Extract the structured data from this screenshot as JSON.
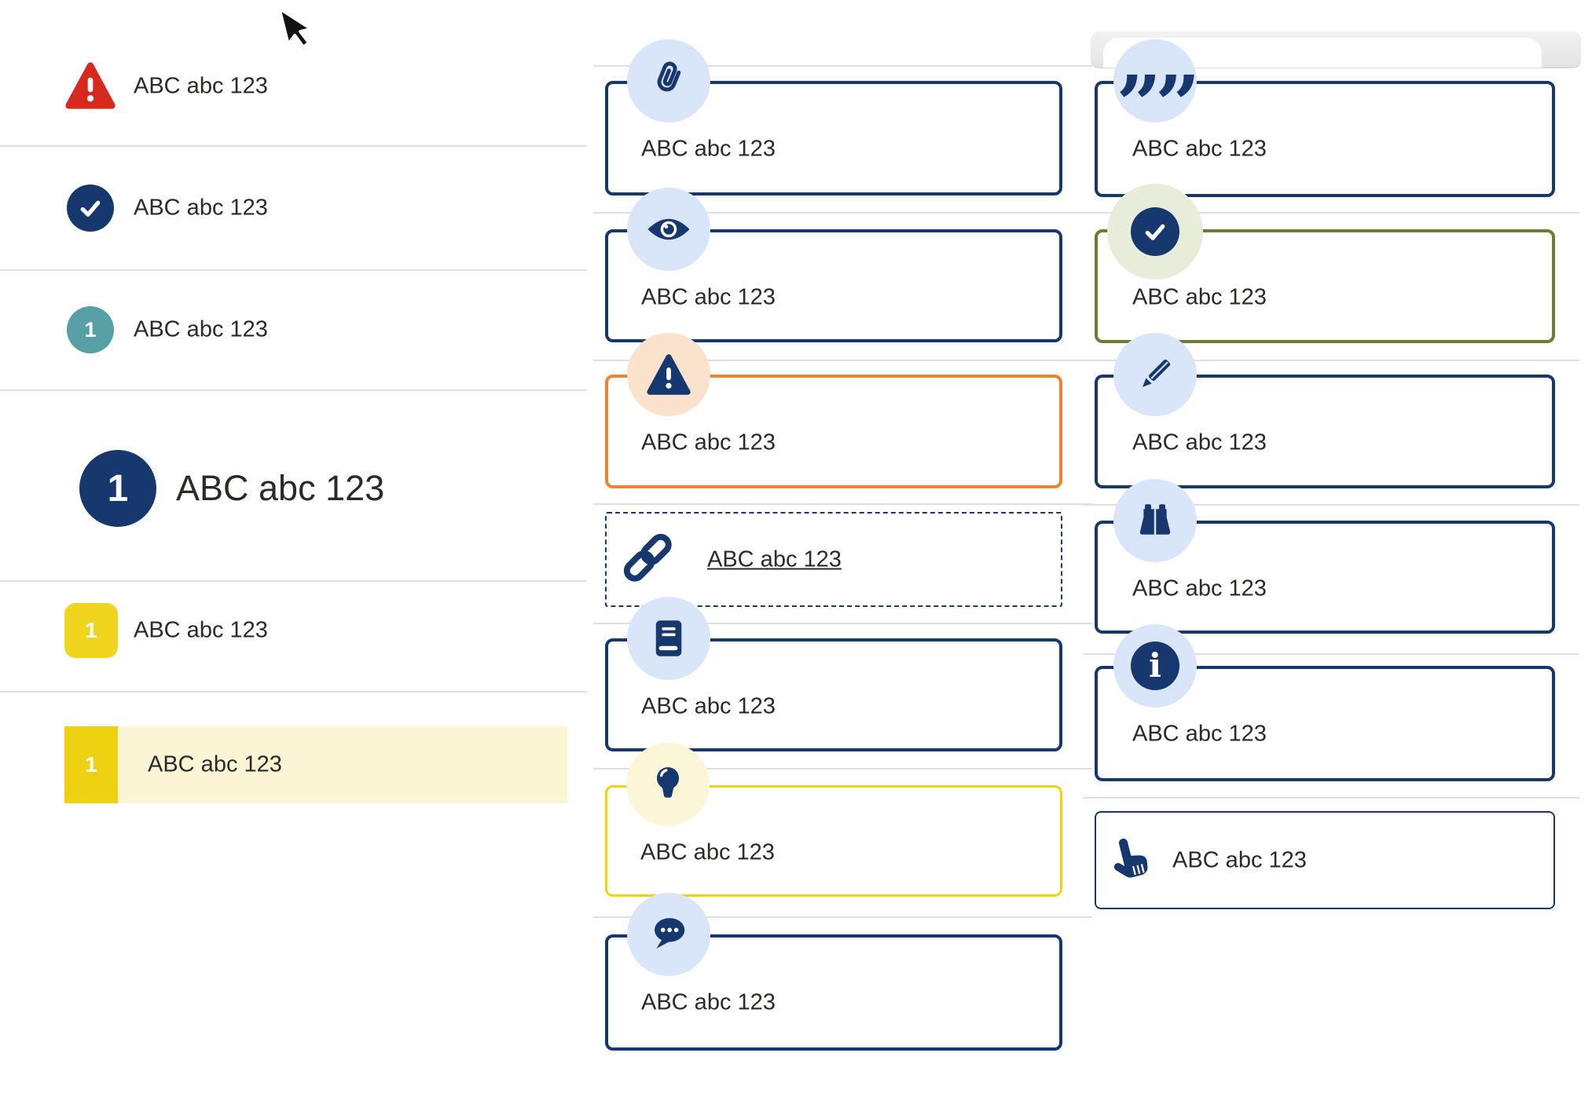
{
  "colors": {
    "navy": "#17386e",
    "light_blue": "#d9e5f8",
    "red": "#d7291d",
    "teal": "#56a0a6",
    "yellow_badge": "#f0d41e",
    "yellow_border": "#f0d30a",
    "pale_yellow": "#fbf6d8",
    "highlight_band": "#fbf5d6",
    "orange": "#ec8431",
    "peach": "#fbe2cc",
    "olive": "#6f7b31",
    "pale_green": "#e8edda",
    "divider": "#dfdfdf",
    "text": "#2a2a28"
  },
  "left_list": {
    "items": [
      {
        "icon": "warning-triangle",
        "label": "ABC abc 123"
      },
      {
        "icon": "check-circle",
        "label": "ABC abc 123"
      },
      {
        "icon": "teal-number-circle",
        "badge": "1",
        "label": "ABC abc 123"
      },
      {
        "icon": "navy-number-circle-large",
        "badge": "1",
        "label": "ABC abc 123"
      },
      {
        "icon": "yellow-number-badge",
        "badge": "1",
        "label": "ABC abc 123"
      },
      {
        "icon": "yellow-number-badge-highlighted",
        "badge": "1",
        "label": "ABC abc 123"
      }
    ]
  },
  "middle_callouts": {
    "items": [
      {
        "icon": "paperclip",
        "variant": "navy",
        "label": "ABC abc 123"
      },
      {
        "icon": "eye",
        "variant": "navy",
        "label": "ABC abc 123"
      },
      {
        "icon": "warning-triangle",
        "variant": "orange",
        "label": "ABC abc 123"
      },
      {
        "icon": "link-chain",
        "variant": "dashed",
        "label": "ABC abc 123"
      },
      {
        "icon": "book",
        "variant": "navy",
        "label": "ABC abc 123"
      },
      {
        "icon": "lightbulb",
        "variant": "yellow",
        "label": "ABC abc 123"
      },
      {
        "icon": "chat-bubble",
        "variant": "navy",
        "label": "ABC abc 123"
      }
    ]
  },
  "right_callouts": {
    "items": [
      {
        "icon": "quote-marks",
        "variant": "navy",
        "glyph": "””",
        "label": "ABC abc 123"
      },
      {
        "icon": "check-circle",
        "variant": "olive",
        "label": "ABC abc 123"
      },
      {
        "icon": "pencil",
        "variant": "navy",
        "label": "ABC abc 123"
      },
      {
        "icon": "binoculars",
        "variant": "navy",
        "label": "ABC abc 123"
      },
      {
        "icon": "info-circle",
        "variant": "navy",
        "glyph": "i",
        "label": "ABC abc 123"
      },
      {
        "icon": "pointing-hand",
        "variant": "navy-thin",
        "label": "ABC abc 123"
      }
    ]
  }
}
